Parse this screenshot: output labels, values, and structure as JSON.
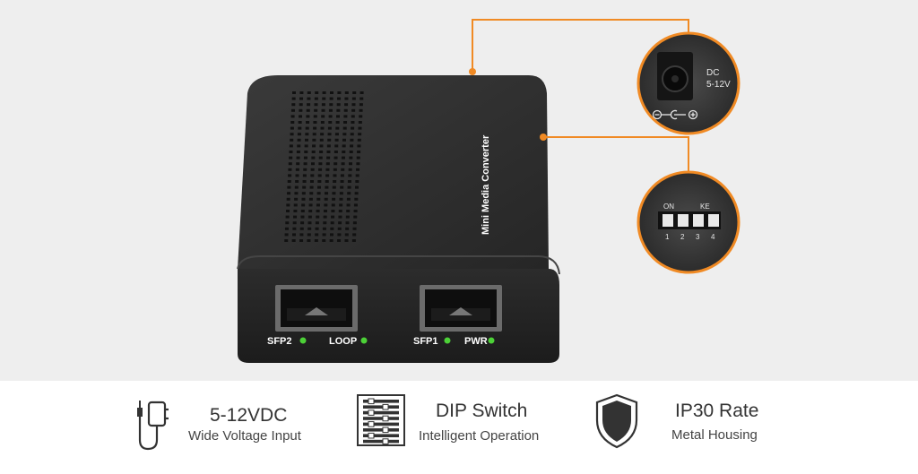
{
  "product": {
    "top_label": "Mini Media Converter",
    "ports": [
      {
        "label": "SFP2"
      },
      {
        "label": "LOOP"
      },
      {
        "label": "SFP1"
      },
      {
        "label": "PWR"
      }
    ],
    "led_color": "#4cd137"
  },
  "callouts": {
    "power": {
      "line1": "DC",
      "line2": "5-12V"
    },
    "dip": {
      "label_left": "ON",
      "label_right": "KE",
      "numbers": [
        "1",
        "2",
        "3",
        "4"
      ]
    }
  },
  "accent_color": "#f08a24",
  "features": [
    {
      "icon": "power-adapter-icon",
      "title": "5-12VDC",
      "subtitle": "Wide Voltage Input"
    },
    {
      "icon": "dip-switch-icon",
      "title": "DIP Switch",
      "subtitle": "Intelligent Operation"
    },
    {
      "icon": "shield-icon",
      "title": "IP30 Rate",
      "subtitle": "Metal Housing"
    }
  ]
}
